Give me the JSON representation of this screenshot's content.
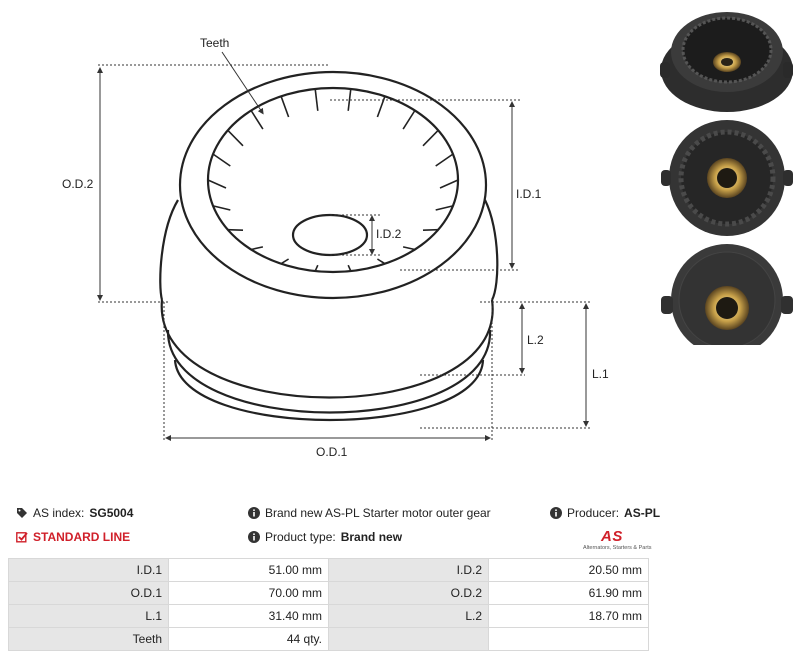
{
  "drawing": {
    "label_teeth": "Teeth",
    "label_od2": "O.D.2",
    "label_id1": "I.D.1",
    "label_id2": "I.D.2",
    "label_l2": "L.2",
    "label_l1": "L.1",
    "label_od1": "O.D.1"
  },
  "info": {
    "as_index_label": "AS index:",
    "as_index_value": "SG5004",
    "description": "Brand new AS-PL Starter motor outer gear",
    "producer_label": "Producer:",
    "producer_value": "AS-PL",
    "line_label": "STANDARD LINE",
    "product_type_label": "Product type:",
    "product_type_value": "Brand new"
  },
  "logo": {
    "mark": "AS",
    "tagline": "Alternators, Starters & Parts"
  },
  "specs": {
    "rows": [
      {
        "k1": "I.D.1",
        "v1": "51.00 mm",
        "k2": "I.D.2",
        "v2": "20.50 mm"
      },
      {
        "k1": "O.D.1",
        "v1": "70.00 mm",
        "k2": "O.D.2",
        "v2": "61.90 mm"
      },
      {
        "k1": "L.1",
        "v1": "31.40 mm",
        "k2": "L.2",
        "v2": "18.70 mm"
      },
      {
        "k1": "Teeth",
        "v1": "44 qty.",
        "k2": "",
        "v2": ""
      }
    ]
  },
  "colors": {
    "accent_red": "#d0202a",
    "table_key_bg": "#e6e6e6"
  }
}
